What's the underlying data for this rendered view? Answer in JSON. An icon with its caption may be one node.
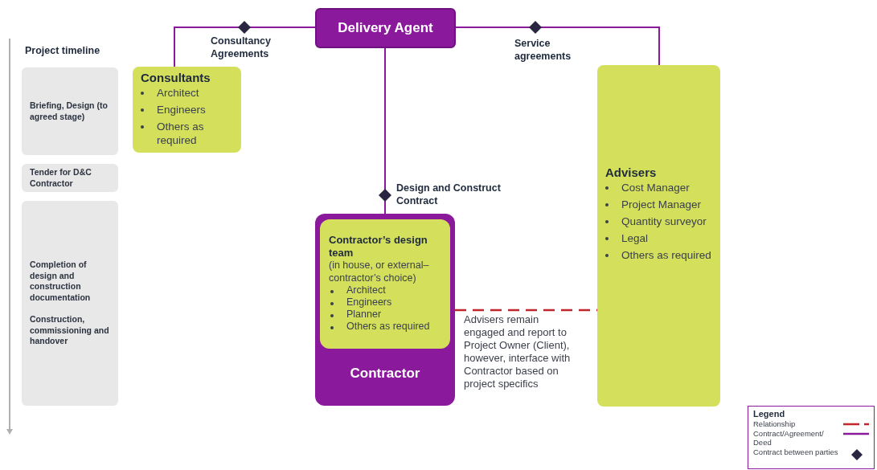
{
  "diagram": {
    "nodes": [
      {
        "text": [
          "Delivery Agent"
        ]
      },
      {
        "text": [
          "Consultants",
          "Architect",
          "Engineers",
          "Others as required"
        ]
      },
      {
        "text": [
          "Advisers",
          "Cost Manager",
          "Project Manager",
          "Quantity surveyor",
          "Legal",
          "Others as required"
        ]
      },
      {
        "text": [
          "Contractor"
        ]
      },
      {
        "text": [
          "Contractor’s design team",
          "(in house, or external–contractor’s choice)",
          "Architect",
          "Engineers",
          "Planner",
          "Others as required"
        ],
        "in": 3
      },
      {
        "text": [
          "Briefing, Design (to agreed stage)"
        ]
      },
      {
        "text": [
          "Tender for D&C Contractor"
        ]
      },
      {
        "text": [
          "Completion of design and construction documentation",
          "Construction, commissioning and handover"
        ]
      }
    ],
    "edges": [
      {
        "from": 0,
        "to": 1,
        "arrow": "none",
        "label": "Consultancy Agreements"
      },
      {
        "from": 0,
        "to": 2,
        "arrow": "none",
        "label": "Service agreements"
      },
      {
        "from": 0,
        "to": 3,
        "arrow": "none",
        "label": "Design and Construct Contract"
      },
      {
        "from": 3,
        "to": 2,
        "arrow": "none",
        "style": "dashed",
        "color": "#c0272d",
        "label": "Advisers remain engaged and report to Project Owner (Client), however, interface with Contractor based on project specifics"
      }
    ],
    "labels": [
      "Project timeline",
      "Legend"
    ],
    "legend": [
      {
        "text": "Relationship"
      },
      {
        "text": "Contract/Agreement/ Deed"
      },
      {
        "text": "Contract between parties"
      }
    ]
  }
}
